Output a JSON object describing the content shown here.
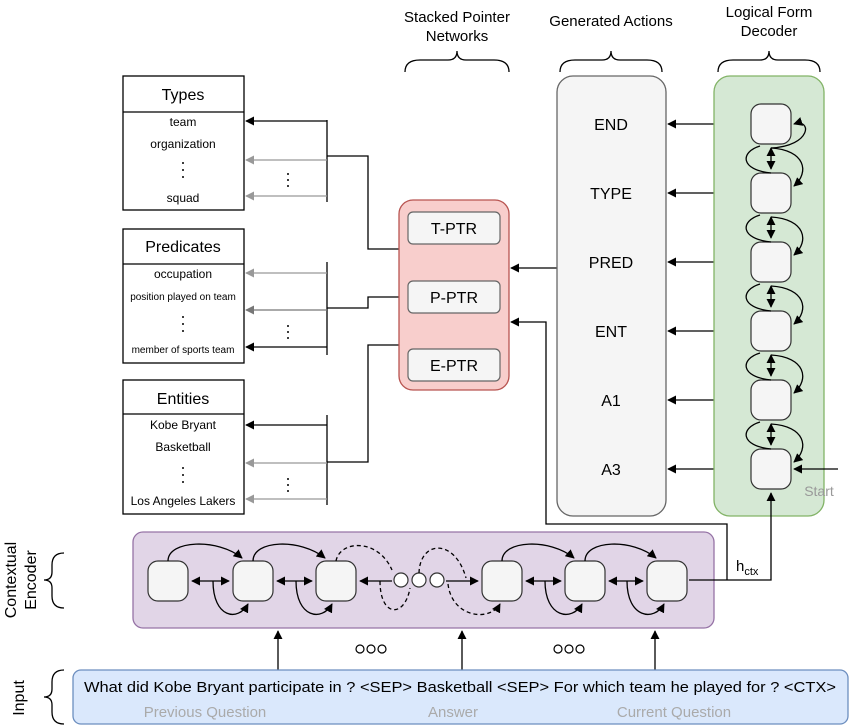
{
  "headers": {
    "stacked_pointer_line1": "Stacked Pointer",
    "stacked_pointer_line2": "Networks",
    "generated_actions": "Generated Actions",
    "decoder_line1": "Logical Form",
    "decoder_line2": "Decoder"
  },
  "types_box": {
    "title": "Types",
    "items": [
      "team",
      "organization",
      "squad"
    ]
  },
  "predicates_box": {
    "title": "Predicates",
    "items": [
      "occupation",
      "position played on team",
      "member of sports team"
    ]
  },
  "entities_box": {
    "title": "Entities",
    "items": [
      "Kobe Bryant",
      "Basketball",
      "Los Angeles Lakers"
    ]
  },
  "pointers": [
    "T-PTR",
    "P-PTR",
    "E-PTR"
  ],
  "actions": [
    "END",
    "TYPE",
    "PRED",
    "ENT",
    "A1",
    "A3"
  ],
  "decoder": {
    "start_label": "Start"
  },
  "encoder": {
    "label_line1": "Contextual",
    "label_line2": "Encoder",
    "hctx_main": "h",
    "hctx_sub": "ctx"
  },
  "input": {
    "label": "Input",
    "sentence": "What did Kobe Bryant participate in ? <SEP> Basketball <SEP> For which team he played for ? <CTX>",
    "segments": [
      "Previous Question",
      "Answer",
      "Current Question"
    ]
  },
  "colors": {
    "pointer_fill": "#f8cecc",
    "pointer_stroke": "#b85450",
    "decoder_fill": "#d5e8d4",
    "decoder_stroke": "#82b366",
    "encoder_fill": "#e1d5e7",
    "encoder_stroke": "#9673a6",
    "input_fill": "#dae8fc",
    "input_stroke": "#6c8ebf",
    "cell_fill": "#f5f5f5"
  }
}
